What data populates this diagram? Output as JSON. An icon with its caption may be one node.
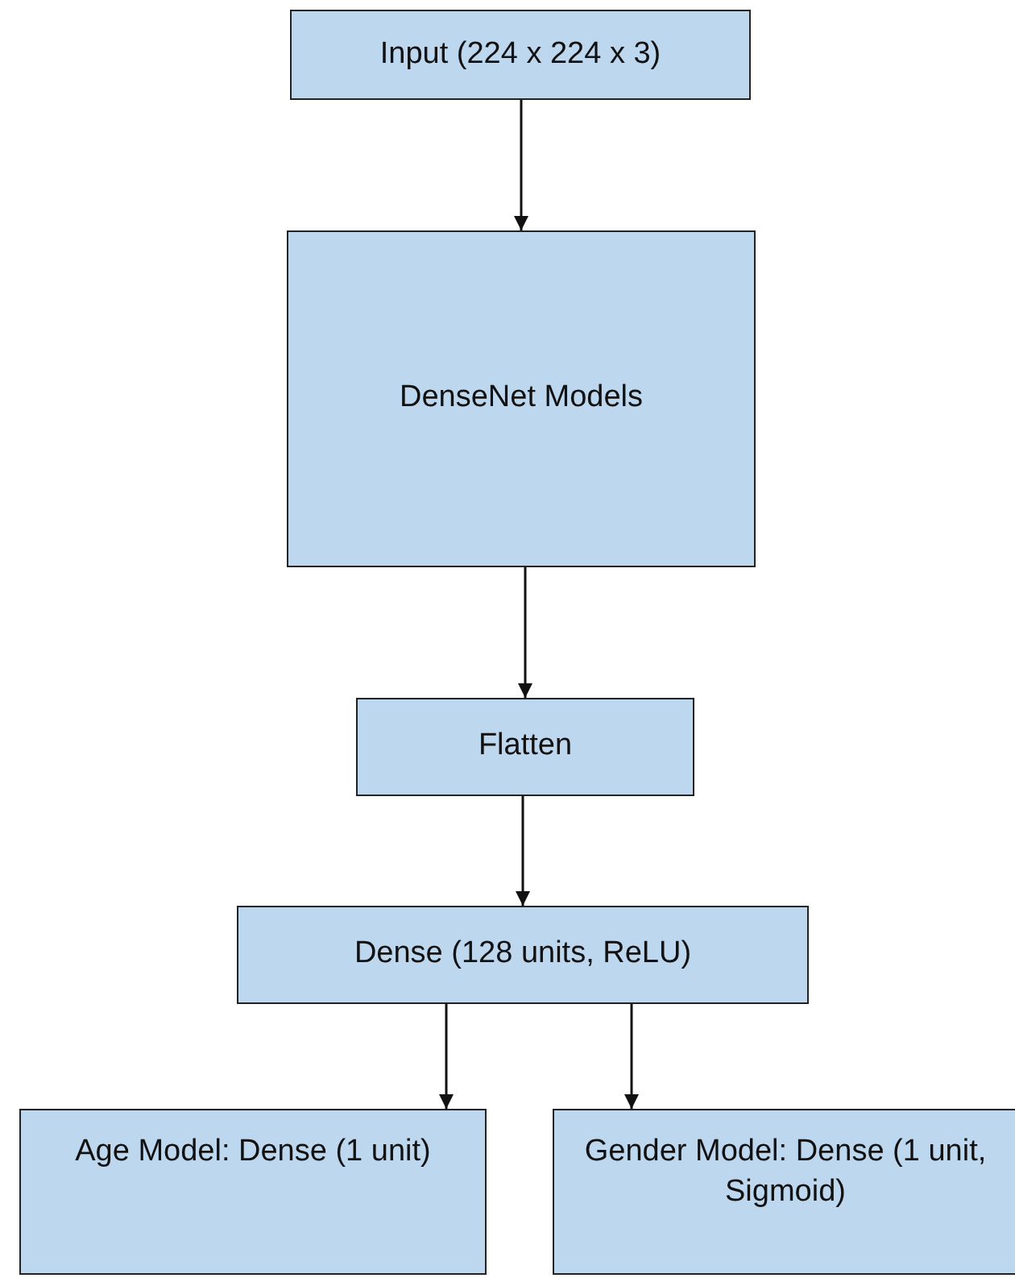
{
  "diagram": {
    "nodes": [
      {
        "text": [
          "Input (224 x 224 x 3)"
        ]
      },
      {
        "text": [
          "DenseNet Models"
        ]
      },
      {
        "text": [
          "Flatten"
        ]
      },
      {
        "text": [
          "Dense (128 units, ReLU)"
        ]
      },
      {
        "text": [
          "Age Model: Dense (1 unit)"
        ]
      },
      {
        "text": [
          "Gender Model: Dense (1 unit, Sigmoid)"
        ]
      }
    ],
    "edges": [
      {
        "from": 0,
        "to": 1,
        "arrow": "to"
      },
      {
        "from": 1,
        "to": 2,
        "arrow": "to"
      },
      {
        "from": 2,
        "to": 3,
        "arrow": "to"
      },
      {
        "from": 3,
        "to": 4,
        "arrow": "to"
      },
      {
        "from": 3,
        "to": 5,
        "arrow": "to"
      }
    ]
  }
}
